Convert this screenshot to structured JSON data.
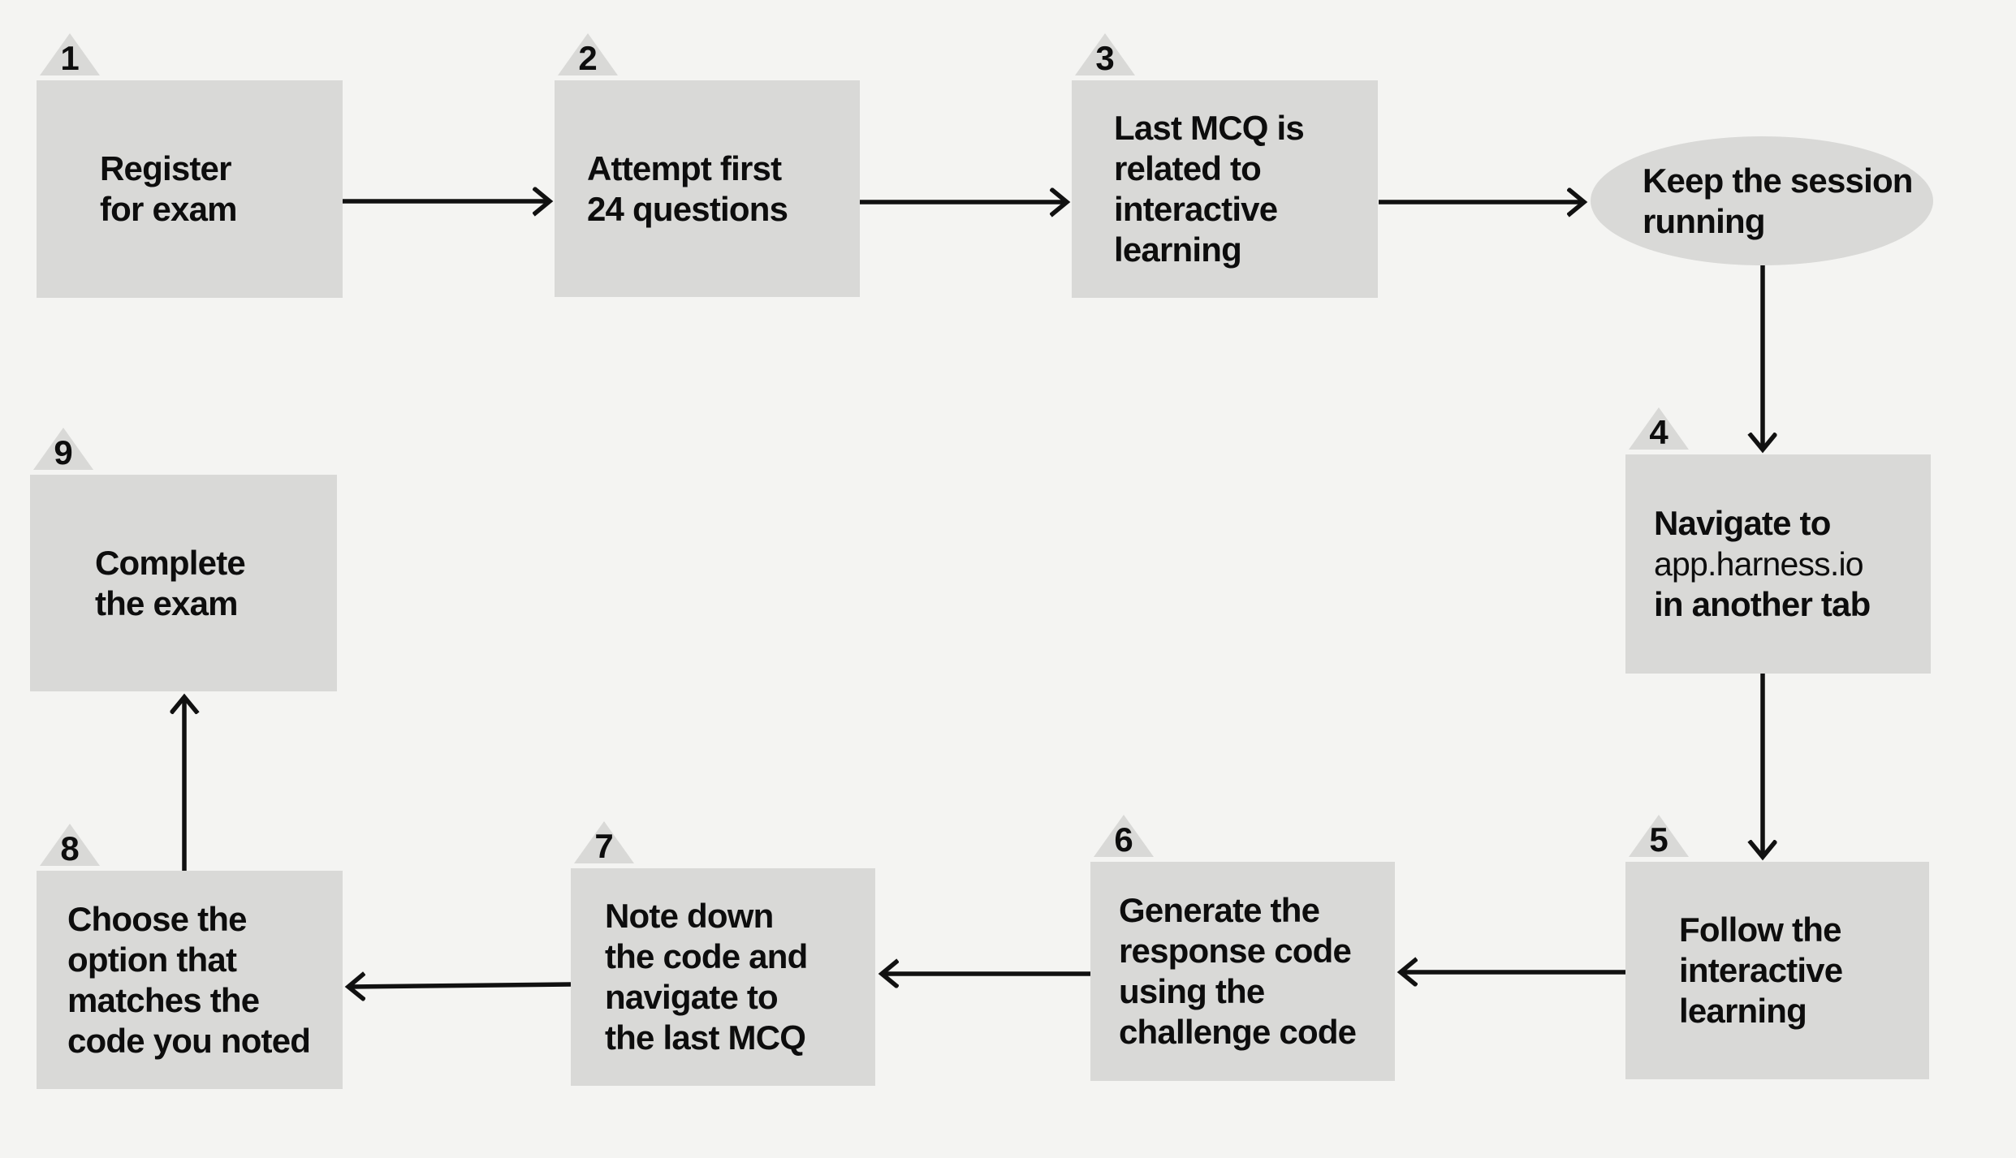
{
  "flowchart": {
    "steps": [
      {
        "number": "1",
        "shape": "rectangle",
        "lines": [
          "Register",
          "for exam"
        ]
      },
      {
        "number": "2",
        "shape": "rectangle",
        "lines": [
          "Attempt first",
          "24 questions"
        ]
      },
      {
        "number": "3",
        "shape": "rectangle",
        "lines": [
          "Last MCQ is",
          "related to",
          "interactive",
          "learning"
        ]
      },
      {
        "number": "4",
        "shape": "rectangle",
        "lines": [
          "Navigate to",
          {
            "text": "app.harness.io",
            "style": "regular"
          },
          "in another tab"
        ]
      },
      {
        "number": "5",
        "shape": "rectangle",
        "lines": [
          "Follow the",
          "interactive",
          "learning"
        ]
      },
      {
        "number": "6",
        "shape": "rectangle",
        "lines": [
          "Generate the",
          "response code",
          "using the",
          "challenge code"
        ]
      },
      {
        "number": "7",
        "shape": "rectangle",
        "lines": [
          "Note down",
          "the code and",
          "navigate to",
          "the last MCQ"
        ]
      },
      {
        "number": "8",
        "shape": "rectangle",
        "lines": [
          "Choose the",
          "option that",
          "matches the",
          "code you noted"
        ]
      },
      {
        "number": "9",
        "shape": "rectangle",
        "lines": [
          "Complete",
          "the exam"
        ]
      }
    ],
    "session_note": {
      "shape": "ellipse",
      "lines": [
        "Keep the session",
        "running"
      ]
    },
    "edges": [
      {
        "from": "step-1",
        "to": "step-2"
      },
      {
        "from": "step-2",
        "to": "step-3"
      },
      {
        "from": "step-3",
        "to": "session-note"
      },
      {
        "from": "session-note",
        "to": "step-4"
      },
      {
        "from": "step-4",
        "to": "step-5"
      },
      {
        "from": "step-5",
        "to": "step-6"
      },
      {
        "from": "step-6",
        "to": "step-7"
      },
      {
        "from": "step-7",
        "to": "step-8"
      },
      {
        "from": "step-8",
        "to": "step-9"
      }
    ],
    "colors": {
      "background": "#f4f4f2",
      "shape_fill": "#d9d9d7",
      "text": "#0d0d0d",
      "arrow": "#111111"
    }
  }
}
